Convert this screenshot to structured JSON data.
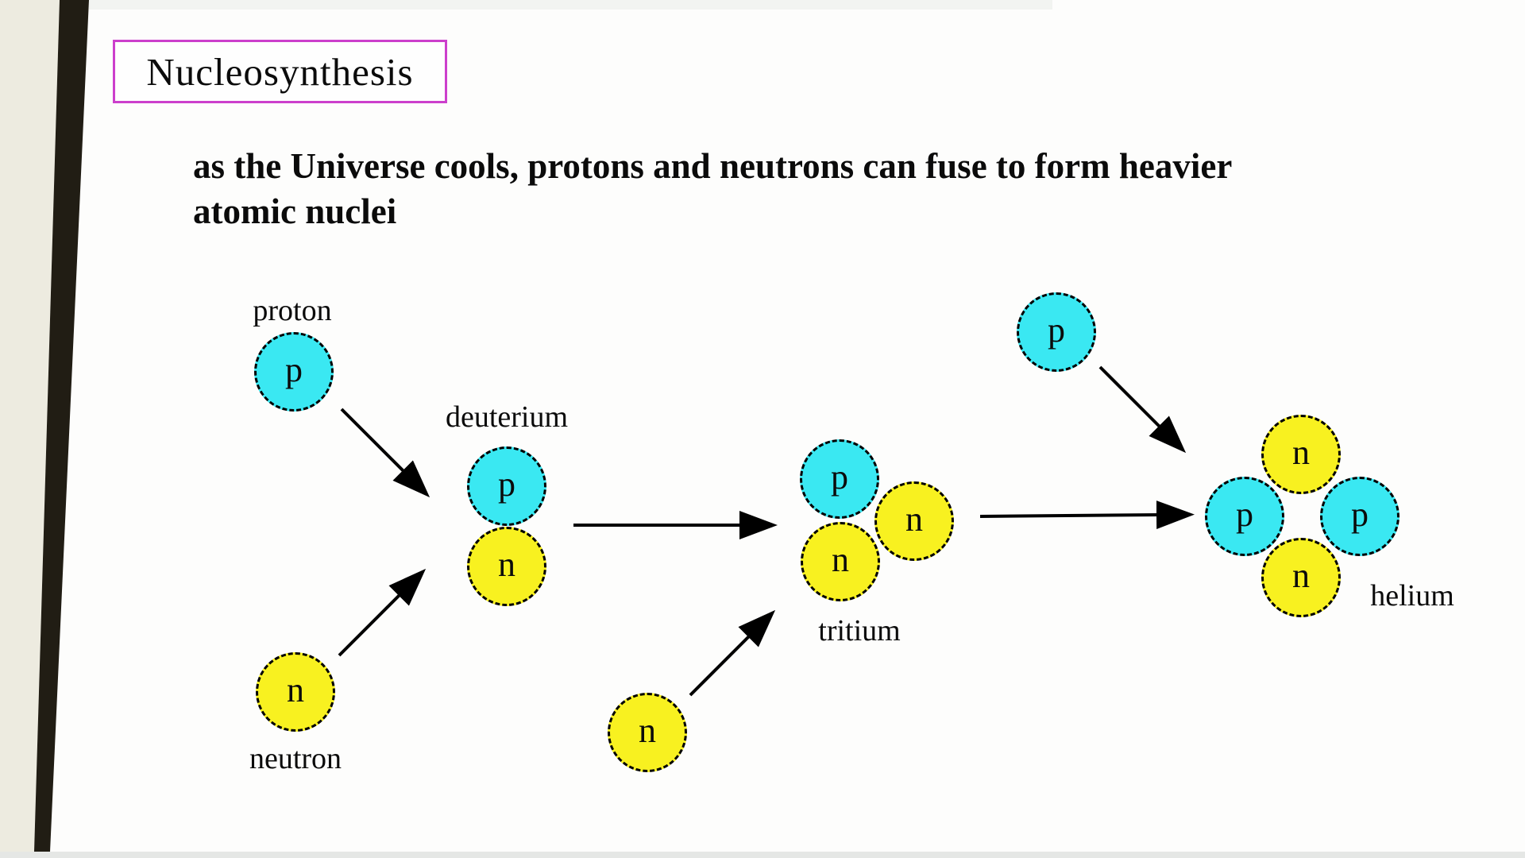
{
  "slide": {
    "title": "Nucleosynthesis",
    "subtitle_line1": "as the Universe cools, protons and neutrons can fuse to form heavier",
    "subtitle_line2": "atomic nuclei"
  },
  "legend": {
    "proton_symbol": "p",
    "neutron_symbol": "n"
  },
  "diagram": {
    "labels": {
      "proton": "proton",
      "neutron": "neutron",
      "deuterium": "deuterium",
      "tritium": "tritium",
      "helium": "helium"
    },
    "colors": {
      "proton_fill": "#3ae8f2",
      "neutron_fill": "#f8f120",
      "outline": "#000000",
      "title_border": "#cc3fcc",
      "arrow": "#000000"
    }
  }
}
